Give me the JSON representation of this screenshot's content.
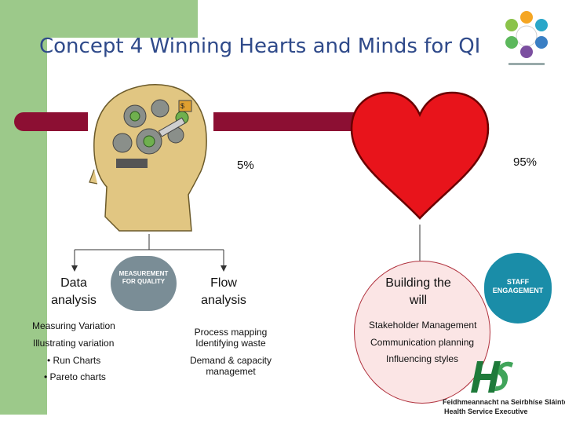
{
  "slide": {
    "title": "Concept 4 Winning Hearts and Minds for QI",
    "head_percent": "5%",
    "heart_percent": "95%"
  },
  "branches": {
    "data_analysis": {
      "heading": "Data analysis",
      "items": [
        "Measuring Variation",
        "Illustrating variation",
        "• Run Charts",
        "• Pareto charts"
      ]
    },
    "flow_analysis": {
      "heading": "Flow analysis",
      "items": [
        "Process mapping Identifying waste",
        "Demand & capacity managemet"
      ]
    },
    "building_will": {
      "heading": "Building the will",
      "items": [
        "Stakeholder Management",
        "Communication planning",
        "Influencing styles"
      ]
    }
  },
  "badges": {
    "measurement": "MEASUREMENT FOR QUALITY",
    "staff": "STAFF ENGAGEMENT"
  },
  "logo": {
    "line1": "Feidhmeannacht na Seirbhíse Sláinte",
    "line2": "Health Service Executive"
  },
  "colors": {
    "title": "#2f4a8a",
    "side_bar": "#9cc98a",
    "maroon_bar": "#8c0f33",
    "heart": "#e8141b",
    "circle_fill": "#fbe5e5"
  }
}
